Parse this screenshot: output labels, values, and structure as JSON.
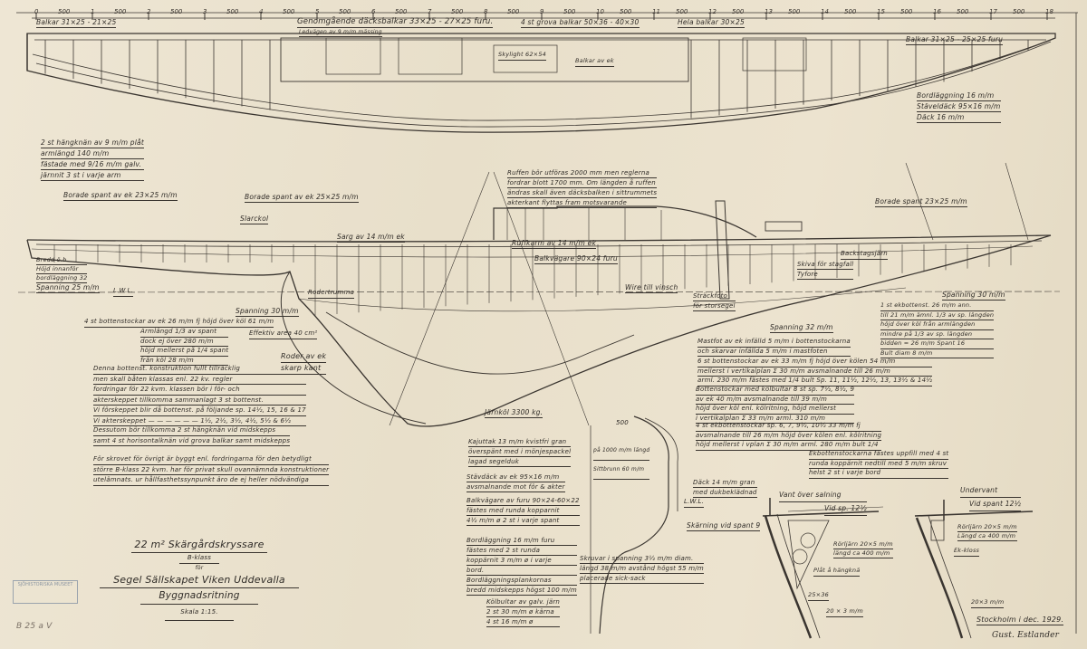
{
  "ruler": {
    "stations": [
      "0",
      "1",
      "2",
      "3",
      "4",
      "5",
      "6",
      "7",
      "8",
      "9",
      "10",
      "11",
      "12",
      "13",
      "14",
      "15",
      "16",
      "17",
      "18"
    ],
    "spacing_label": "500"
  },
  "plan_view": {
    "balkar_fore": "Balkar 31×25 - 21×25",
    "genomgaende": "Genomgående däcksbalkar 33×25 - 27×25 furu.",
    "grova": "4 st grova balkar 50×36 - 40×30",
    "hela": "Hela balkar 30×25",
    "balkar_aft": "Balkar 31×25 - 25×25 furu",
    "ledvagen": "Ledvägen av 9 m/m mässing",
    "skylight": "Skylight 62×54",
    "balkar_ek": "Balkar av ek",
    "knees": [
      "2 st hängknän av 9 m/m plåt",
      "armlängd 140 m/m",
      "fästade med 9/16 m/m galv.",
      "järnnit 3 st i varje arm"
    ],
    "plating": [
      "Bordläggning 16 m/m",
      "Stäveldäck 95×16 m/m",
      "Däck 16 m/m"
    ]
  },
  "profile": {
    "spant_fore": "Borade spant av ek 23×25 m/m",
    "spant_mid": "Borade spant av ek 25×25 m/m",
    "spant_aft": "Borade spant 23×25 m/m",
    "ruff_note": [
      "Ruffen bör utföras 2000 mm men reglerna",
      "fordrar blott 1700 mm. Om längden å ruffen",
      "ändras skall även däcksbalken i sittrummets",
      "akterkant flyttas fram motsvarande"
    ],
    "slarckol": "Slarckol",
    "sarg": "Sarg av 14 m/m ek",
    "ruffkarm": "Ruffkarm av 14 m/m ek",
    "balkvagare": "Balkvägare 90×24 furu",
    "bredd": [
      "Bredd ö.b.",
      "Höjd innanför",
      "bordläggning 32"
    ],
    "spanning_25": "Spanning 25 m/m",
    "spanning_30": "Spanning 30 m/m",
    "spanning_32": "Spanning 32 m/m",
    "spanning_30b": "Spanning 30 m/m",
    "wire": "Wire till vinsch",
    "strackfoto": [
      "Sträckfoto",
      "för storsegel"
    ],
    "skiva": [
      "Skiva för stagfall",
      "Tyfore"
    ],
    "backstag": "Backstagsjärn",
    "roder_note": "Roder av ek",
    "rodertrumma": "Rodertrumma",
    "jarnkol": "Järnköl 3300 kg.",
    "wl": "L.W.L.",
    "ek_note": [
      "1 st ekbottenst. 26 m/m ann.",
      "till 21 m/m ämnl. 1/3 av sp. längden",
      "höjd över köl från armlängden",
      "mindre på 1/3 av sp. längden",
      "bidden = 26 m/m Spant 16",
      "Bult diam 8 m/m"
    ]
  },
  "notes_left": {
    "bottenstockar": "4 st bottenstockar av ek 26 m/m fj höjd över köl 61 m/m",
    "armlangd": [
      "Armlängd 1/3 av spant",
      "dock ej över 280 m/m",
      "höjd mellerst på 1/4 spant",
      "från köl 28 m/m"
    ],
    "effektiv": "Effektiv area 40 cm²",
    "roder": [
      "Roder av ek",
      "skarp kant"
    ],
    "denna": [
      "Denna bottenst. konstruktion fullt tillräcklig",
      "men skall båten klassas enl. 22 kv. regler",
      "fordringar för 22 kvm. klassen bör i för- och",
      "akterskeppet tillkomma sammanlagt 3 st bottenst.",
      "Vi förskeppet blir då bottenst. på följande sp. 14½, 15, 16 & 17",
      "Vi akterskeppet — — — — — — 1½, 2½, 3½, 4½, 5½ & 6½"
    ],
    "dessutom": [
      "Dessutom bör tillkomma 2 st hängknän vid midskepps",
      "samt 4 st horisontalknän vid grova balkar samt midskepps"
    ],
    "for_skrovet": [
      "För skrovet för övrigt är byggt enl. fordringarna för den betydligt",
      "större B-klass 22 kvm. har för privat skull ovannämnda konstruktioner",
      "utelämnats. ur hållfasthetssynpunkt äro de ej heller nödvändiga"
    ]
  },
  "notes_center": {
    "kajutak": [
      "Kajuttak 13 m/m kvistfri gran",
      "överspänt med i mönjespackel",
      "lagad segelduk"
    ],
    "stavdack": [
      "Stävdäck av ek 95×16 m/m",
      "avsmalnande mot för & akter"
    ],
    "balkvagare": [
      "Balkvägare av furu 90×24-60×22",
      "fästes med runda kopparnit",
      "4½ m/m ø 2 st i varje spant"
    ],
    "bordlaggning": [
      "Bordläggning 16 m/m furu",
      "fästes med 2 st runda",
      "koppärnit 3 m/m ø i varje",
      "bord.",
      "Bordläggningsplankornas",
      "bredd midskepps högst 100 m/m"
    ],
    "kolbultar": [
      "Kölbultar av galv. järn",
      "2 st 30 m/m ø kärna",
      "4 st 16 m/m ø"
    ],
    "sittbrunn": [
      "på 1000 m/m längd",
      "Sittbrunn 60 m/m"
    ],
    "dack_gran": [
      "Däck 14 m/m gran",
      "med dukbeklädnad"
    ],
    "skarning": "Skärning vid spant 9",
    "skruvar": [
      "Skruvar i spanning 3½ m/m diam.",
      "längd 38 m/m avstånd högst 55 m/m",
      "placerade sick-sack"
    ],
    "wl": "L.W.L.",
    "dim_500": "500"
  },
  "notes_right": {
    "mastfot": [
      "Mastfot av ek infälld 5 m/m i bottenstockarna",
      "och skarvar infällda 5 m/m i mastfoten"
    ],
    "bottenstockar_ek": [
      "6 st bottenstockar av ek 33 m/m fj höjd över kölen 54 m/m",
      "mellerst i vertikalplan Σ 30 m/m avsmalnande till 26 m/m",
      "arml. 230 m/m fästes med 1/4 bult Sp. 11, 11½, 12½, 13, 13½ & 14½"
    ],
    "kolbultar": [
      "Bottenstockar med kölbultar 8 st sp. 7½, 8½, 9",
      "av ek 40 m/m avsmalnande till 39 m/m",
      "höjd över köl enl. kölritning, höjd mellerst",
      "i vertikalplan Σ 33 m/m arml. 310 m/m"
    ],
    "ekbottenstockar": [
      "4 st ekbottenstockar sp. 6, 7, 9½, 10½ 33 m/m fj",
      "avsmalnande till 26 m/m höjd över kölen enl. kölritning",
      "höjd mellerst i vplan Σ 30 m/m arml. 280 m/m bult 1/4"
    ],
    "fastes": [
      "Ekbottenstockarna fästes uppfill med 4 st",
      "runda koppärnit nedtill med 5 m/m skruv",
      "helst 2 st i varje bord"
    ]
  },
  "sections": {
    "vant": [
      "Vant över salning",
      "Vid sp. 12½"
    ],
    "vant_labels": [
      "Rörljärn 20×5 m/m",
      "längd ca 400 m/m",
      "Plåt å hängknä",
      "25×36",
      "20 × 3 m/m"
    ],
    "undervant": [
      "Undervant",
      "Vid spant 12½"
    ],
    "undervant_labels": [
      "Rörljärn 20×5 m/m",
      "Längd ca 400 m/m",
      "Ek-kloss",
      "20×3 m/m"
    ]
  },
  "title_block": {
    "line1": "22 m² Skärgårdskryssare",
    "line2": "B-klass",
    "line3": "för",
    "line4": "Segel Sällskapet Viken Uddevalla",
    "line5": "Byggnadsritning",
    "line6": "Skala 1:15."
  },
  "signature": {
    "place_date": "Stockholm i dec. 1929.",
    "name": "Gust. Estlander"
  },
  "archive_mark": "B 25 a V",
  "stamp_text": "SJÖHISTORISKA MUSEET"
}
